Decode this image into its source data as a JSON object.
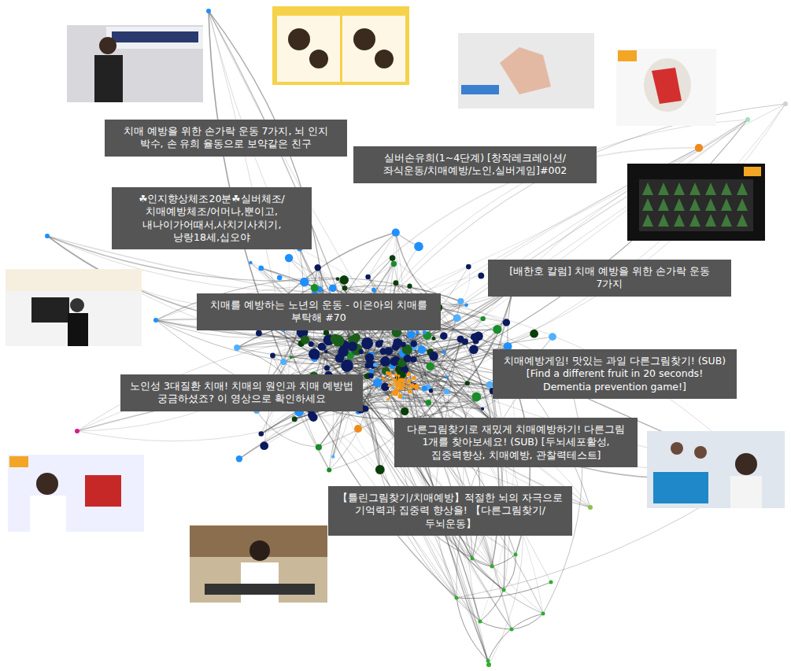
{
  "diagram": {
    "nodes": [
      {
        "text": [
          "치매 예방을 위한 손가락 운동 7가지, 뇌 인지 박수, 손 유희 율동으로 보약같은 친구"
        ]
      },
      {
        "text": [
          "실버손유희(1~4단계) [창작레크레이션/좌식운동/치매예방/노인,실버게임]#002"
        ]
      },
      {
        "text": [
          "☘인지향상체조20분☘실버체조/치매예방체조/어머나,뿐이고,내나이가어때서,사치기사치기,낭랑18세,십오야"
        ]
      },
      {
        "text": [
          "[배한호 칼럼] 치매 예방을 위한 손가락 운동 7가지"
        ]
      },
      {
        "text": [
          "치매를 예방하는 노년의 운동 - 이은아의 치매를 부탁해 #70"
        ]
      },
      {
        "text": [
          "치매예방게임! 맛있는 과일 다른그림찾기! (SUB) [Find a different fruit in 20 seconds! Dementia prevention game!]"
        ]
      },
      {
        "text": [
          "노인성 3대질환 치매! 치매의 원인과 치매 예방법 궁금하셨죠? 이 영상으로 확인하세요"
        ]
      },
      {
        "text": [
          "다른그림찾기로 재밌게 치매예방하기! 다른그림 1개를 찾아보세요! (SUB) [두뇌세포활성, 집중력향상, 치매예방, 관찰력테스트]"
        ]
      },
      {
        "text": [
          "【틀린그림찾기/치매예방】적절한 뇌의 자극으로 기억력과 집중력 향상을! 【다른그림찾기/두뇌운동】"
        ]
      }
    ]
  }
}
